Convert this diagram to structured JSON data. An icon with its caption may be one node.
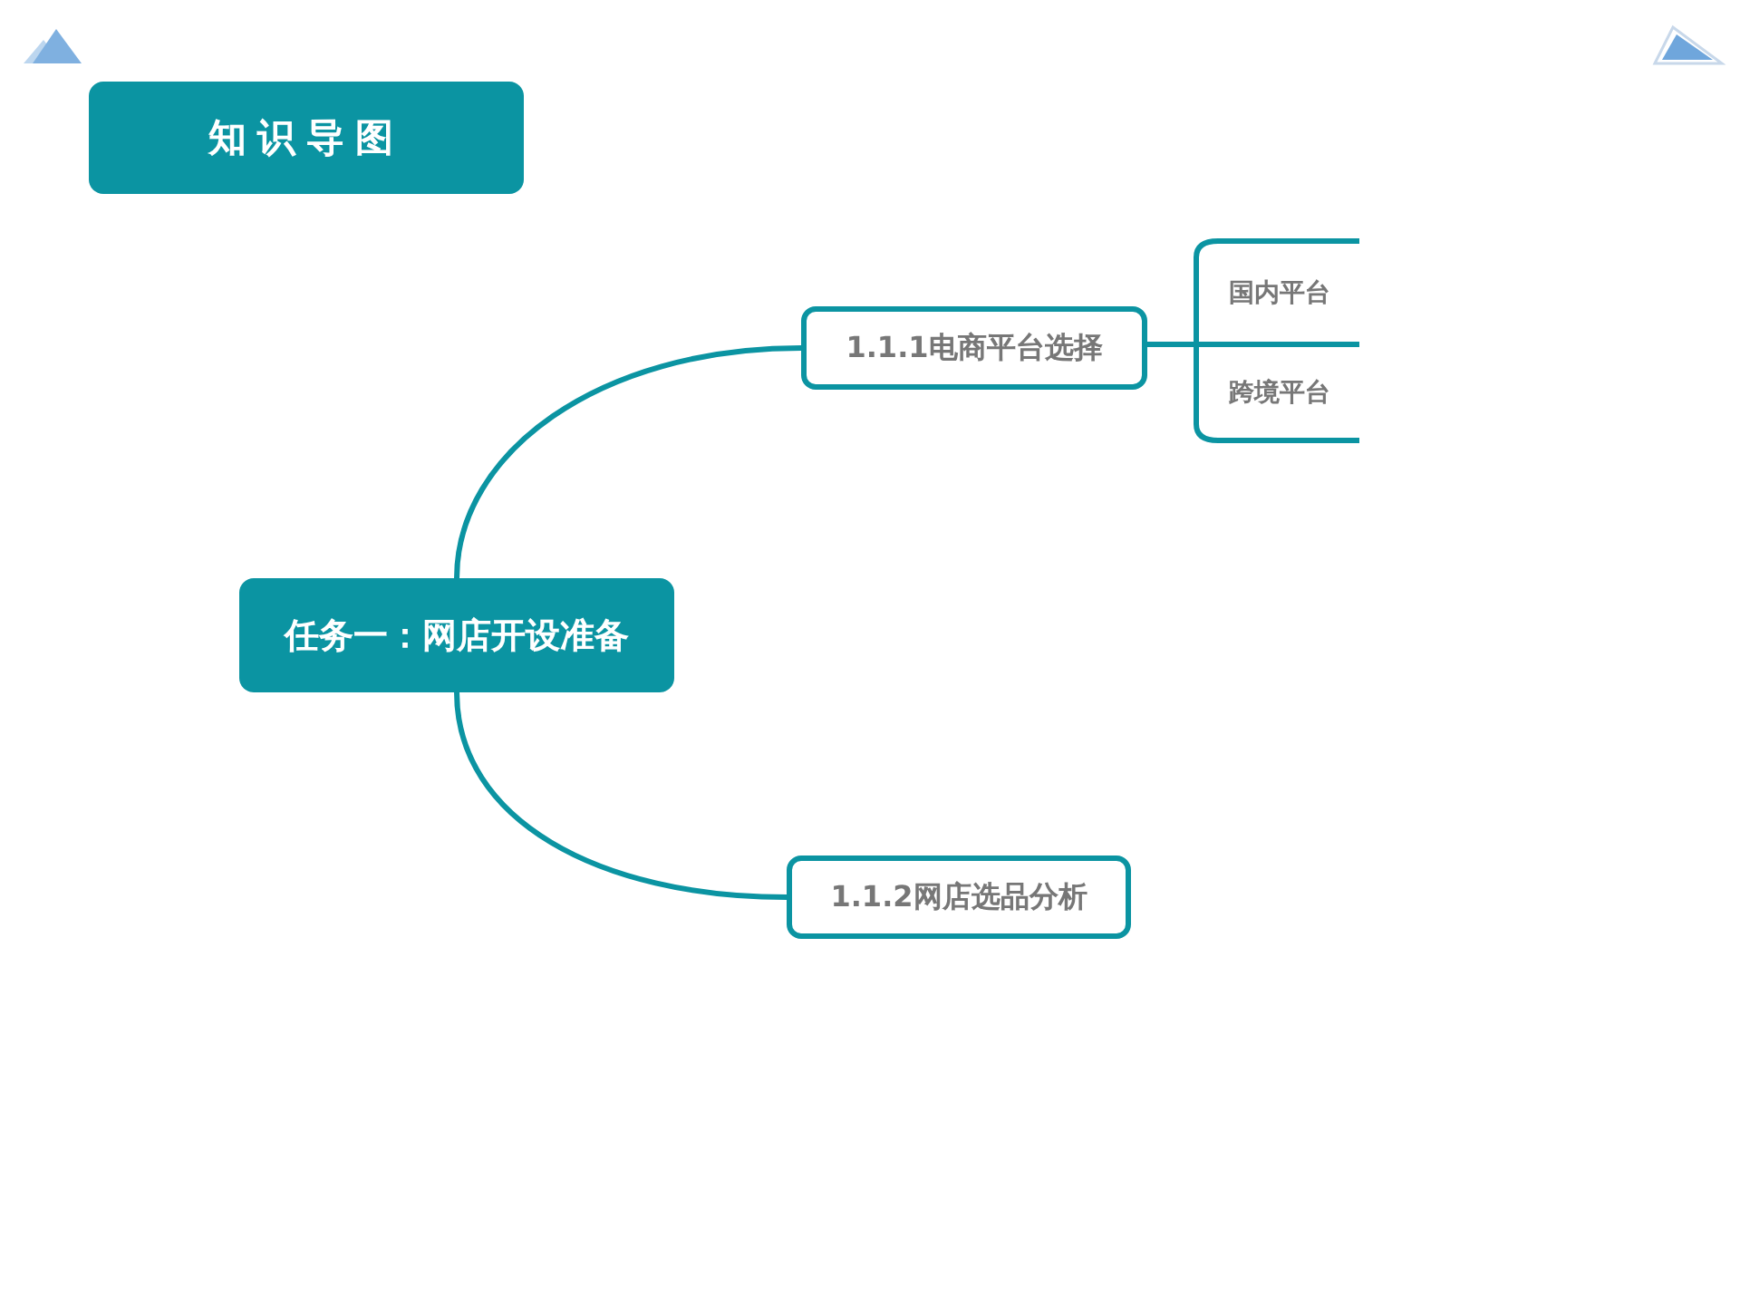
{
  "diagram": {
    "nodes": [
      {
        "text": [
          "知识导图"
        ]
      },
      {
        "text": [
          "任务一：网店开设准备"
        ]
      },
      {
        "text": [
          "1.1.1电商平台选择"
        ]
      },
      {
        "text": [
          "国内平台"
        ]
      },
      {
        "text": [
          "跨境平台"
        ]
      },
      {
        "text": [
          "1.1.2网店选品分析"
        ]
      }
    ],
    "edges": [
      {
        "from": 1,
        "to": 2,
        "arrow": "none"
      },
      {
        "from": 1,
        "to": 5,
        "arrow": "none"
      },
      {
        "from": 2,
        "to": 3,
        "arrow": "none"
      },
      {
        "from": 2,
        "to": 4,
        "arrow": "none"
      }
    ]
  }
}
